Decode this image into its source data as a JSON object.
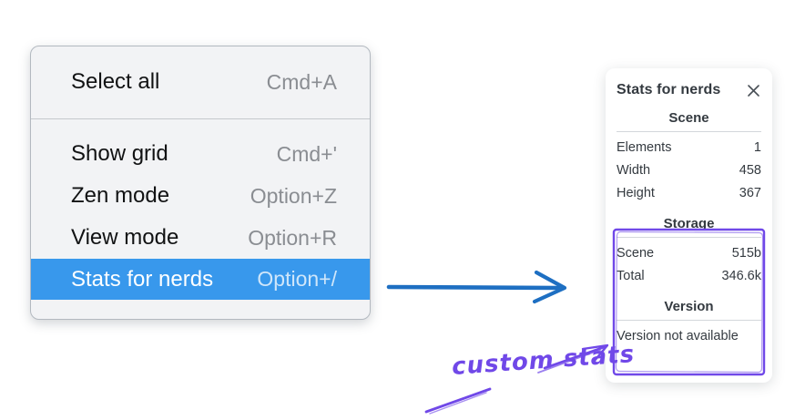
{
  "menu": {
    "items": [
      {
        "label": "Select all",
        "shortcut": "Cmd+A",
        "highlighted": false
      },
      {
        "label": "Show grid",
        "shortcut": "Cmd+'",
        "highlighted": false
      },
      {
        "label": "Zen mode",
        "shortcut": "Option+Z",
        "highlighted": false
      },
      {
        "label": "View mode",
        "shortcut": "Option+R",
        "highlighted": false
      },
      {
        "label": "Stats for nerds",
        "shortcut": "Option+/",
        "highlighted": true
      }
    ]
  },
  "stats_panel": {
    "title": "Stats for nerds",
    "sections": [
      {
        "heading": "Scene",
        "rows": [
          [
            "Elements",
            "1"
          ],
          [
            "Width",
            "458"
          ],
          [
            "Height",
            "367"
          ]
        ]
      },
      {
        "heading": "Storage",
        "rows": [
          [
            "Scene",
            "515b"
          ],
          [
            "Total",
            "346.6k"
          ]
        ]
      },
      {
        "heading": "Version",
        "rows": [],
        "note": "Version not available"
      }
    ]
  },
  "annotation": {
    "label": "custom stats"
  },
  "colors": {
    "menu_highlight": "#3898ec",
    "arrow_blue": "#1e6fc2",
    "annotation_purple": "#7048e8",
    "panel_text": "#343a40",
    "close_icon": "#495057"
  }
}
